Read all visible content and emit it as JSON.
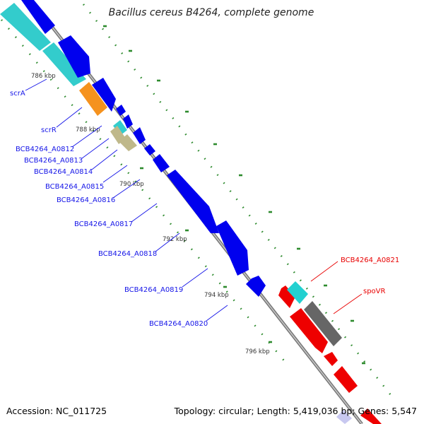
{
  "title": "Bacillus cereus B4264, complete genome",
  "footer": {
    "accession": "Accession: NC_011725",
    "summary": "Topology: circular; Length: 5,419,036 bp; Genes: 5,547"
  },
  "ruler": [
    "786 kbp",
    "788 kbp",
    "790 kbp",
    "792 kbp",
    "794 kbp",
    "796 kbp"
  ],
  "genes": [
    {
      "name": "scrA",
      "color": "#1515e8"
    },
    {
      "name": "scrR",
      "color": "#1515e8"
    },
    {
      "name": "BCB4264_A0812",
      "color": "#1515e8"
    },
    {
      "name": "BCB4264_A0813",
      "color": "#1515e8"
    },
    {
      "name": "BCB4264_A0814",
      "color": "#1515e8"
    },
    {
      "name": "BCB4264_A0815",
      "color": "#1515e8"
    },
    {
      "name": "BCB4264_A0816",
      "color": "#1515e8"
    },
    {
      "name": "BCB4264_A0817",
      "color": "#1515e8"
    },
    {
      "name": "BCB4264_A0818",
      "color": "#1515e8"
    },
    {
      "name": "BCB4264_A0819",
      "color": "#1515e8"
    },
    {
      "name": "BCB4264_A0820",
      "color": "#1515e8"
    },
    {
      "name": "BCB4264_A0821",
      "color": "#e80000"
    },
    {
      "name": "spoVR",
      "color": "#e80000"
    }
  ],
  "colors": {
    "forward_gene": "#0000ee",
    "reverse_gene": "#ee0000",
    "cds_cyan": "#33cccc",
    "orange": "#f5921e",
    "khaki": "#bfb88a",
    "grey": "#666666",
    "backbone": "#888888",
    "gc_dots": "#2e8b2e"
  }
}
